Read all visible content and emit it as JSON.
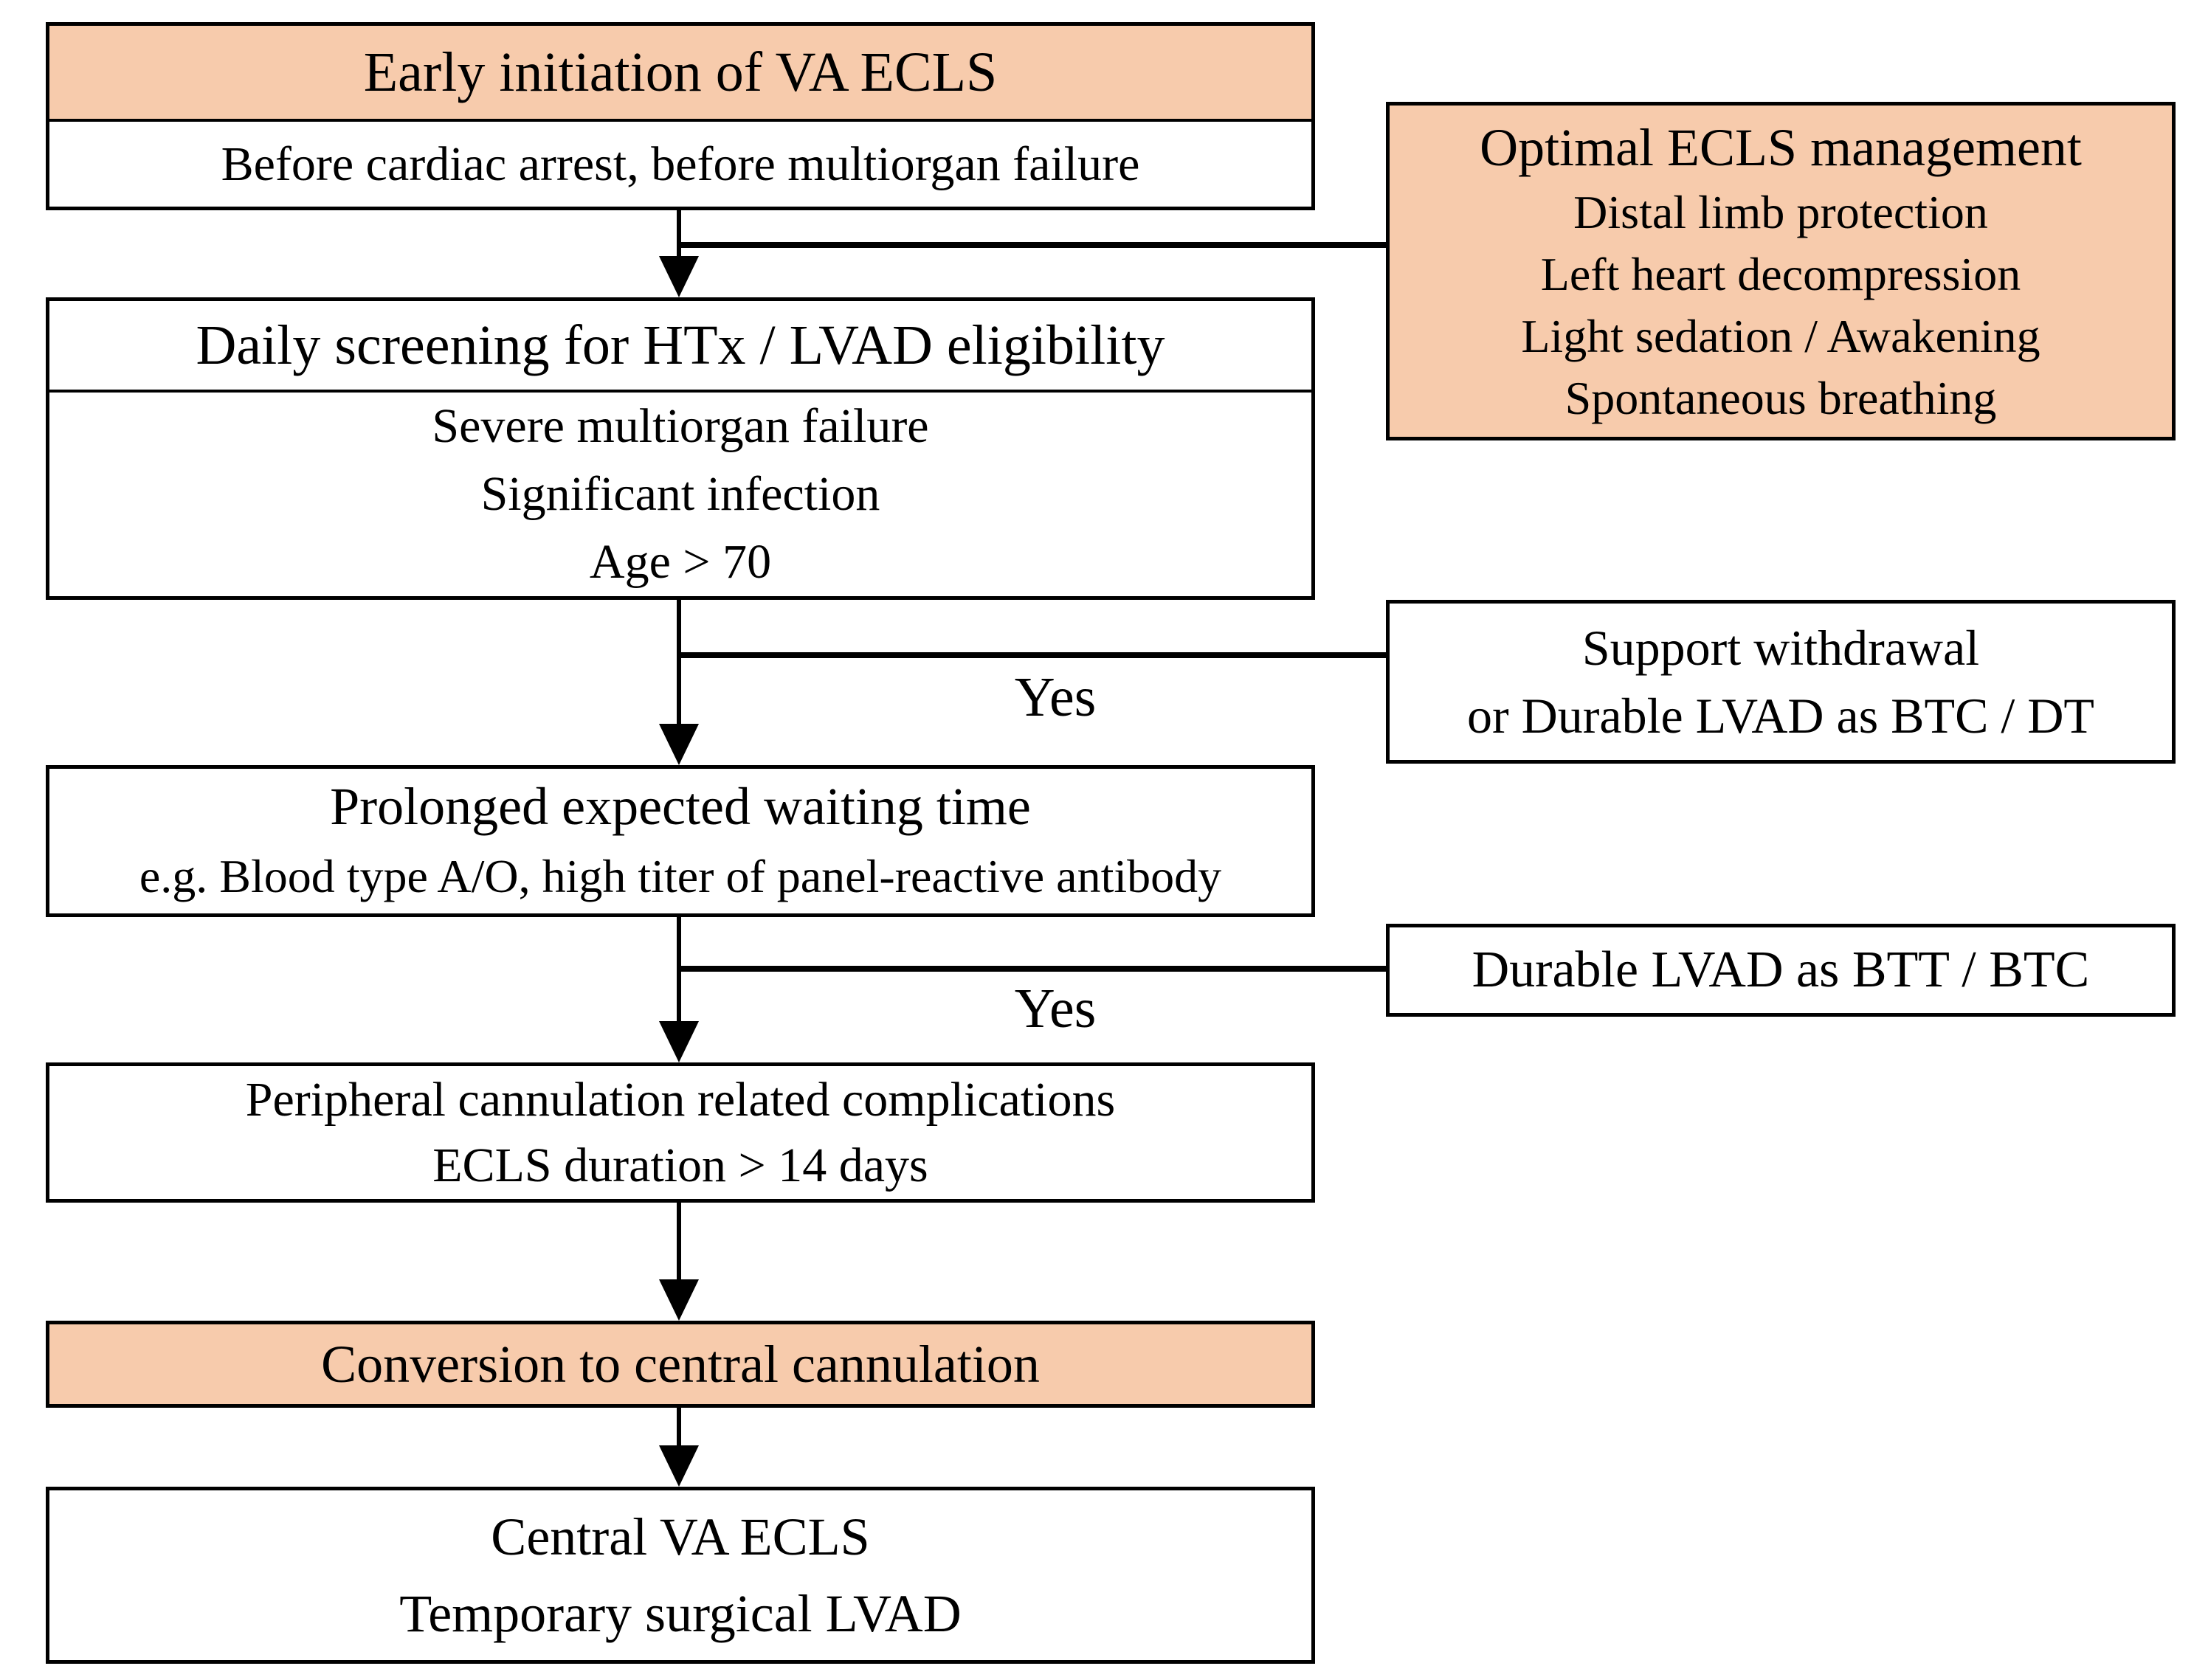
{
  "colors": {
    "highlight_fill": "#F7CBAC",
    "box_fill": "#FFFFFF",
    "border": "#000000",
    "text": "#000000"
  },
  "boxes": {
    "early_initiation": {
      "header": "Early initiation of VA ECLS",
      "body": "Before cardiac arrest, before multiorgan failure"
    },
    "optimal_management": {
      "title": "Optimal ECLS management",
      "items": [
        "Distal limb protection",
        "Left heart decompression",
        "Light sedation / Awakening",
        "Spontaneous breathing"
      ]
    },
    "daily_screening": {
      "header": "Daily screening for HTx / LVAD eligibility",
      "criteria": [
        "Severe multiorgan failure",
        "Significant infection",
        "Age > 70"
      ]
    },
    "support_withdrawal": {
      "line1": "Support withdrawal",
      "line2": "or Durable LVAD as BTC / DT"
    },
    "prolonged_waiting": {
      "title": "Prolonged expected waiting time",
      "subtitle": "e.g. Blood type A/O, high titer of panel-reactive antibody"
    },
    "durable_lvad": {
      "label": "Durable LVAD as BTT / BTC"
    },
    "peripheral_complications": {
      "line1": "Peripheral cannulation related complications",
      "line2": "ECLS duration > 14 days"
    },
    "conversion": {
      "label": "Conversion to central cannulation"
    },
    "central_ecls": {
      "line1": "Central VA ECLS",
      "line2": "Temporary surgical LVAD"
    }
  },
  "labels": {
    "yes1": "Yes",
    "yes2": "Yes"
  }
}
